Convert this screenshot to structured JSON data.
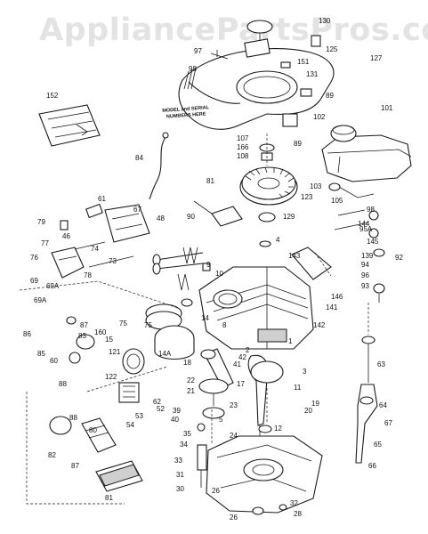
{
  "watermark": "AppliancePartsPros.com",
  "model_note": {
    "line1": "MODEL and SERIAL",
    "line2": "NUMBERS HERE"
  },
  "callouts": [
    "130",
    "125",
    "97",
    "151",
    "127",
    "98",
    "131",
    "89",
    "152",
    "101",
    "102",
    "107",
    "166",
    "108",
    "89",
    "84",
    "81",
    "103",
    "105",
    "123",
    "90",
    "129",
    "4",
    "98",
    "95A",
    "61",
    "67",
    "48",
    "79",
    "46",
    "77",
    "74",
    "73",
    "9",
    "10",
    "144",
    "145",
    "139",
    "92",
    "94",
    "96",
    "93",
    "76",
    "75",
    "78",
    "69",
    "69A",
    "69A",
    "143",
    "146",
    "141",
    "142",
    "8",
    "86",
    "87",
    "160",
    "75",
    "83",
    "85",
    "60",
    "88",
    "15",
    "121",
    "14A",
    "14",
    "18",
    "42",
    "41",
    "2",
    "1",
    "3",
    "11",
    "17",
    "20",
    "62",
    "39",
    "52",
    "40",
    "22",
    "21",
    "23",
    "53",
    "54",
    "5",
    "19",
    "63",
    "64",
    "67",
    "65",
    "66",
    "122",
    "88",
    "80",
    "82",
    "87",
    "81",
    "35",
    "34",
    "33",
    "31",
    "30",
    "24",
    "12",
    "26",
    "32",
    "28",
    "26"
  ]
}
